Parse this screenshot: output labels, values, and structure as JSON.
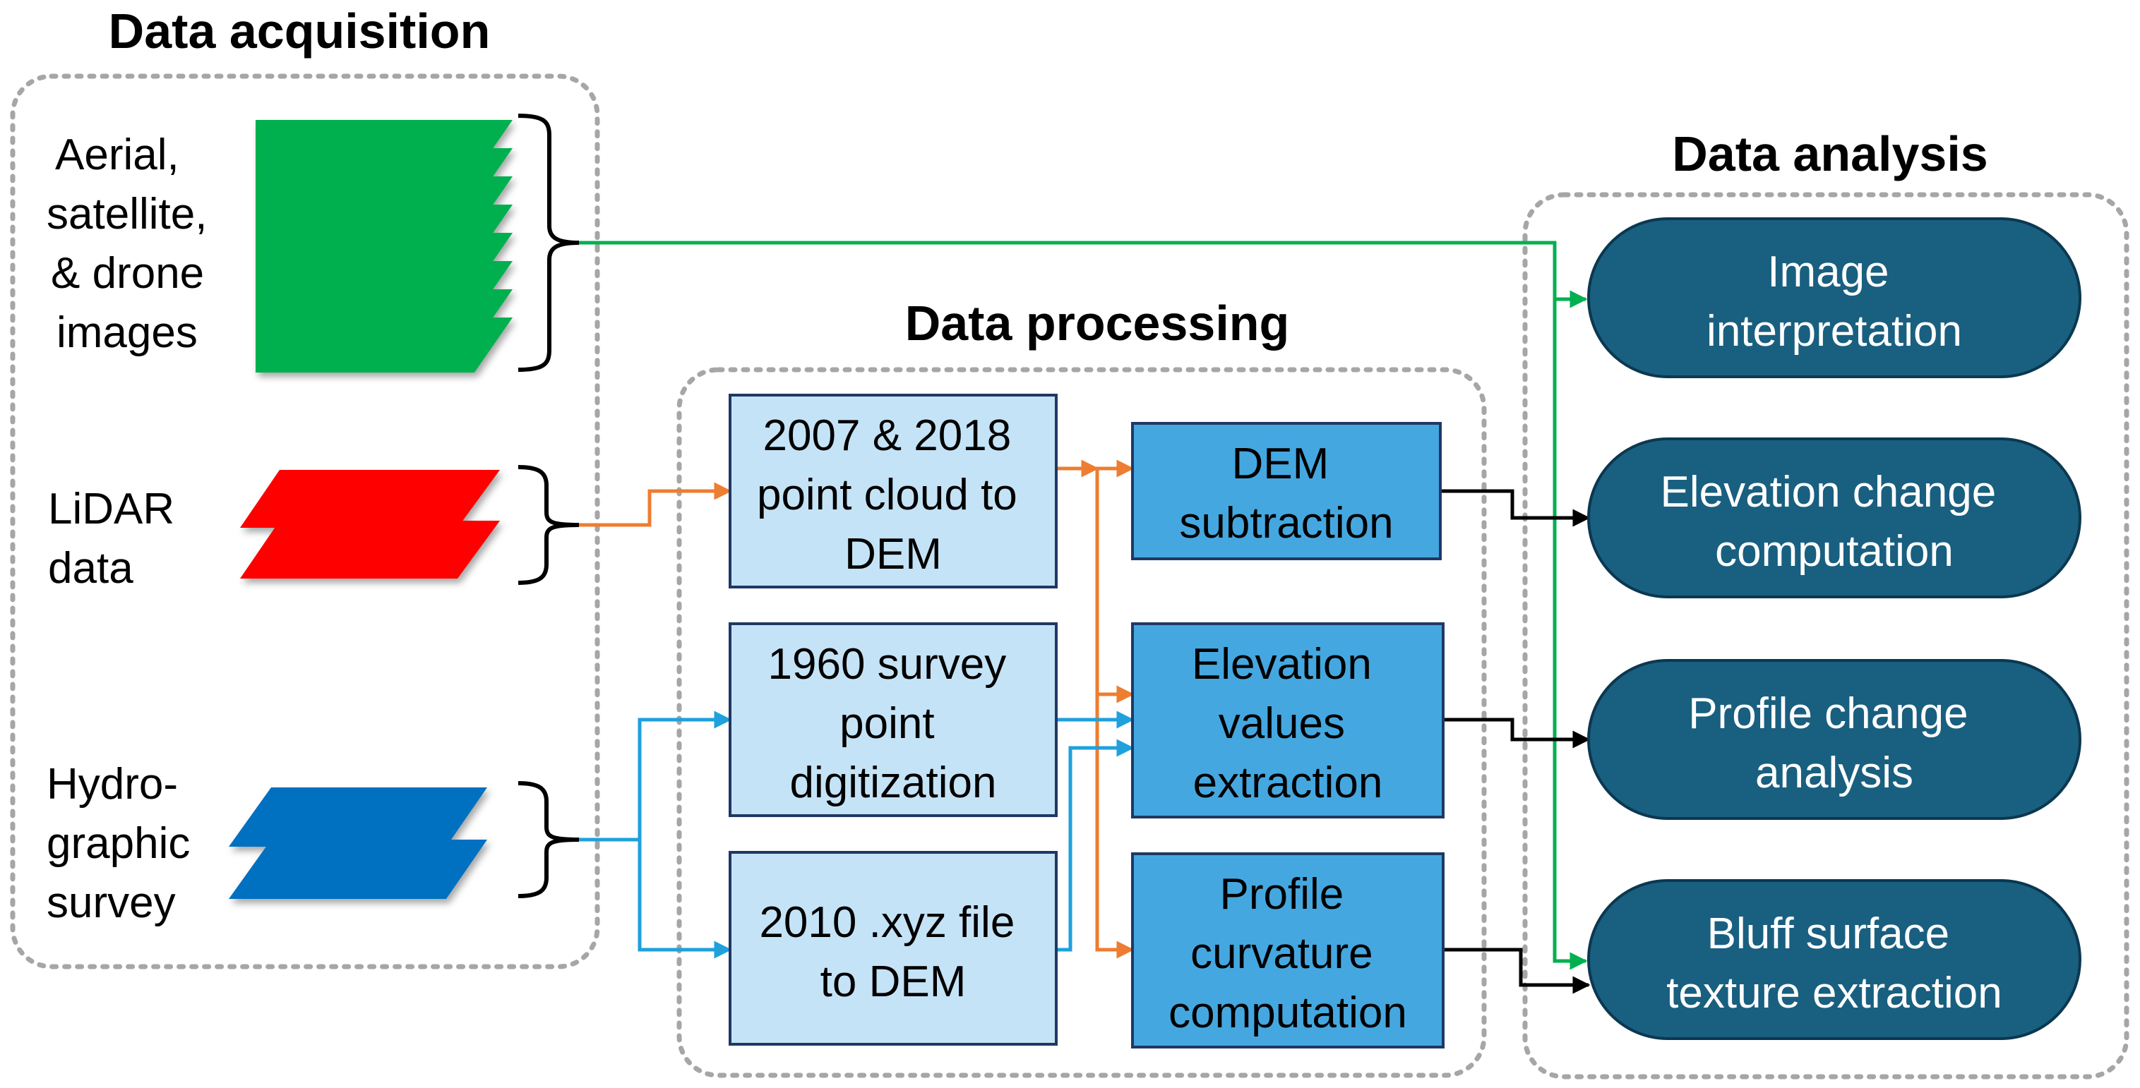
{
  "colors": {
    "green": "#00b050",
    "red": "#ff0000",
    "blue": "#0070c0",
    "orange": "#ed7d31",
    "cyan": "#1fa1dc",
    "light_box": "#c5e3f6",
    "mid_box": "#45a7e0",
    "dark_box": "#195f80",
    "dashed_border": "#a6a6a6"
  },
  "sections": {
    "acquisition": "Data acquisition",
    "processing": "Data processing",
    "analysis": "Data analysis"
  },
  "sources": {
    "images": [
      "Aerial,",
      "satellite,",
      "& drone",
      "images"
    ],
    "lidar": [
      "LiDAR",
      "data"
    ],
    "hydro": [
      "Hydro-",
      "graphic",
      "survey"
    ]
  },
  "processing_inputs": {
    "pointcloud": [
      "2007 & 2018",
      "point cloud to",
      "DEM"
    ],
    "survey": [
      "1960 survey",
      "point",
      "digitization"
    ],
    "xyz": [
      "2010 .xyz file",
      "to DEM"
    ]
  },
  "processing_steps": {
    "dem_sub": [
      "DEM",
      "subtraction"
    ],
    "elev_values": [
      "Elevation",
      "values",
      "extraction"
    ],
    "profile_curv": [
      "Profile",
      "curvature",
      "computation"
    ]
  },
  "analysis": {
    "image_interp": [
      "Image",
      "interpretation"
    ],
    "elev_change": [
      "Elevation change",
      "computation"
    ],
    "profile_change": [
      "Profile change",
      "analysis"
    ],
    "bluff_texture": [
      "Bluff surface",
      "texture extraction"
    ]
  }
}
